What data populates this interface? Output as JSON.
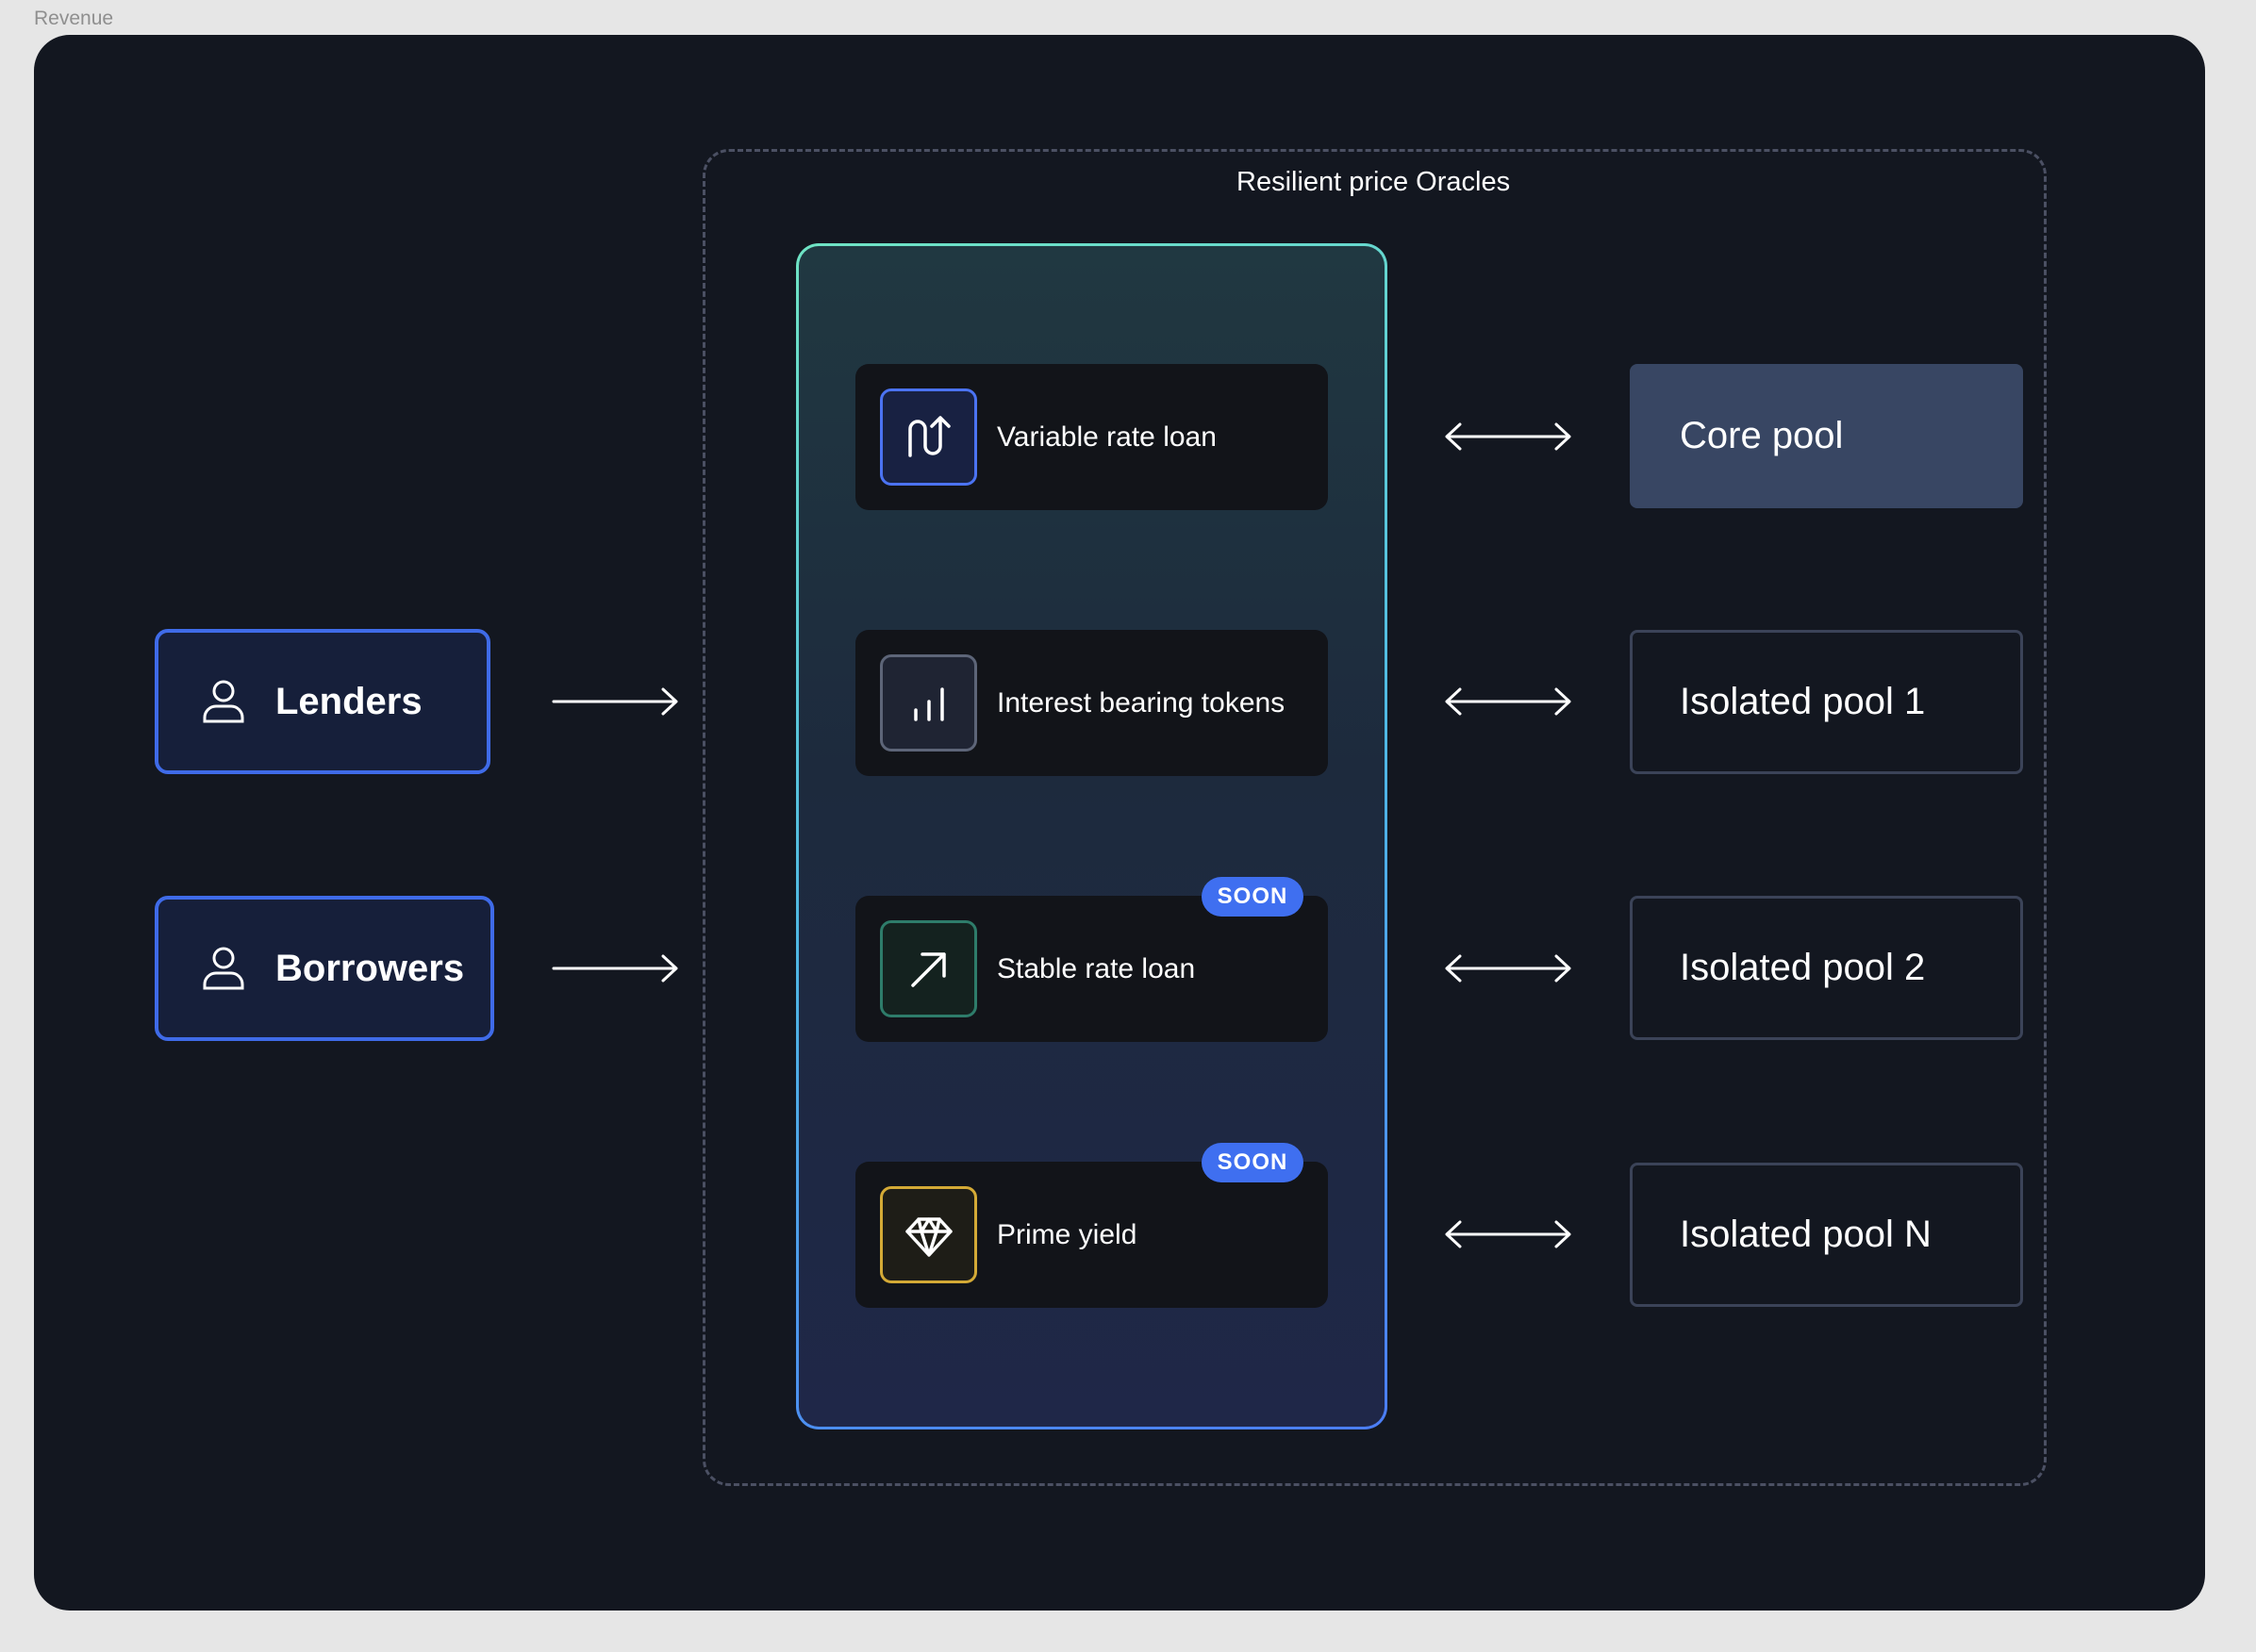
{
  "frame": {
    "label": "Revenue"
  },
  "colors": {
    "background": "#131720",
    "accent_blue": "#3f6be8",
    "core_pool": "#384663",
    "badge": "#3f6ff0"
  },
  "oracle": {
    "label": "Resilient price Oracles"
  },
  "actors": [
    {
      "label": "Lenders",
      "icon": "user-icon"
    },
    {
      "label": "Borrowers",
      "icon": "user-icon"
    }
  ],
  "products": [
    {
      "label": "Variable rate loan",
      "icon": "variable-rate-icon",
      "badge": ""
    },
    {
      "label": "Interest bearing tokens",
      "icon": "bar-chart-icon",
      "badge": ""
    },
    {
      "label": "Stable rate loan",
      "icon": "arrow-up-right-icon",
      "badge": "SOON"
    },
    {
      "label": "Prime yield",
      "icon": "diamond-icon",
      "badge": "SOON"
    }
  ],
  "pools": [
    {
      "label": "Core pool"
    },
    {
      "label": "Isolated pool 1"
    },
    {
      "label": "Isolated pool 2"
    },
    {
      "label": "Isolated pool N"
    }
  ]
}
